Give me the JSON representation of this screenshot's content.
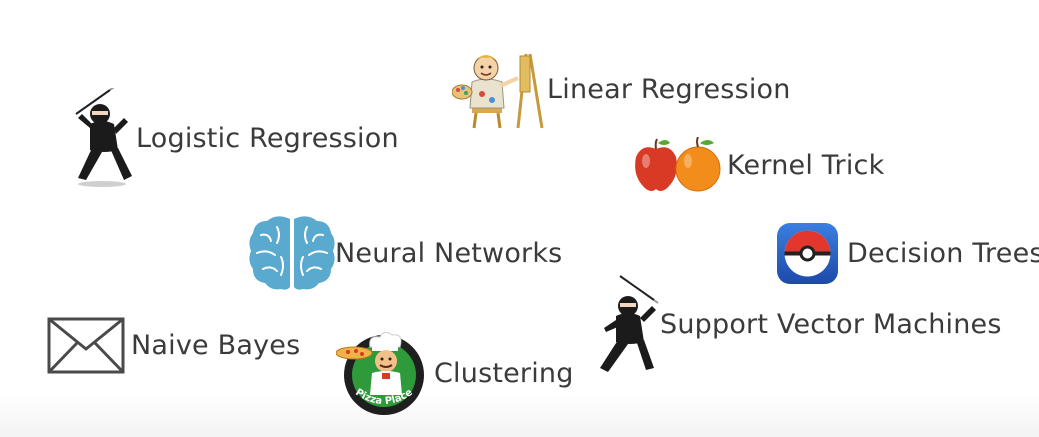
{
  "topics": {
    "logistic_regression": {
      "label": "Logistic Regression",
      "icon": "ninja-icon"
    },
    "linear_regression": {
      "label": "Linear Regression",
      "icon": "painter-icon"
    },
    "kernel_trick": {
      "label": "Kernel Trick",
      "icon": "apple-orange-icon"
    },
    "neural_networks": {
      "label": "Neural Networks",
      "icon": "brain-icon"
    },
    "decision_trees": {
      "label": "Decision Trees",
      "icon": "pokeball-app-icon"
    },
    "support_vector_machines": {
      "label": "Support Vector Machines",
      "icon": "ninja-sword-icon"
    },
    "naive_bayes": {
      "label": "Naive Bayes",
      "icon": "envelope-icon"
    },
    "clustering": {
      "label": "Clustering",
      "icon": "pizza-place-logo-icon"
    }
  },
  "logo_text": {
    "pizza_place": "Pizza Place"
  },
  "colors": {
    "label": "#3b3b3b",
    "brain": "#5aa9cf",
    "apple": "#d93a25",
    "orange": "#f28c1b",
    "pokeball_bg": "#2a63c9"
  }
}
